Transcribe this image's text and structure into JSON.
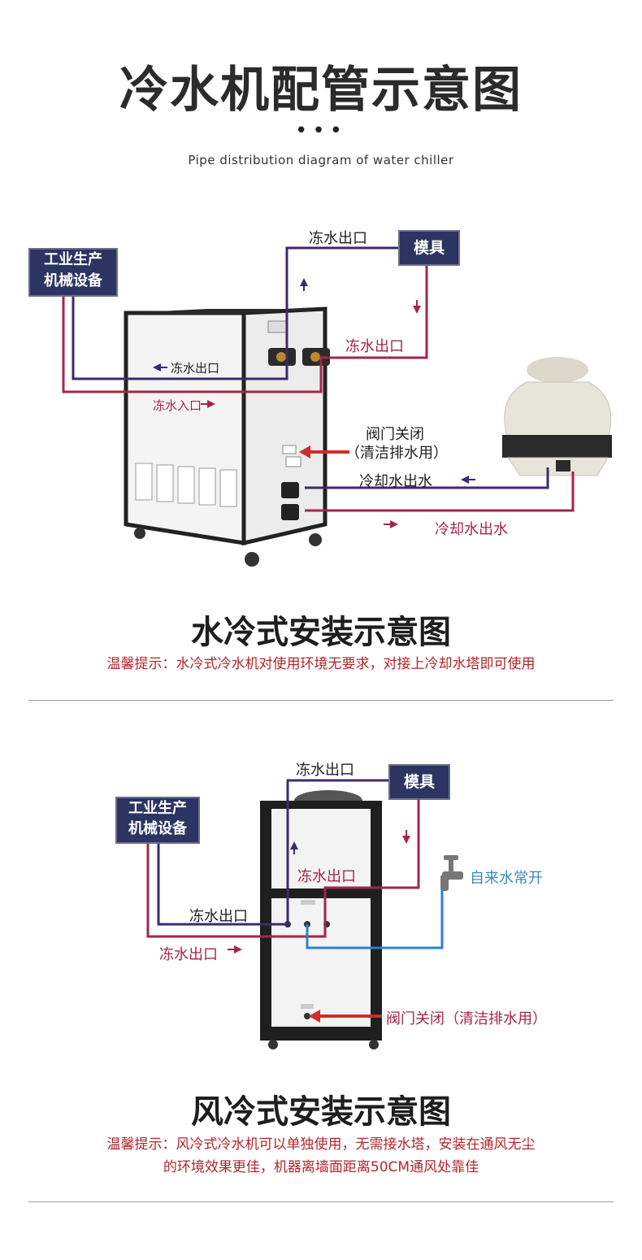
{
  "header": {
    "title": "冷水机配管示意图",
    "dots": "•••",
    "subtitle": "Pipe distribution diagram of water chiller"
  },
  "water_cooled": {
    "box_industrial": "工业生产\n机械设备",
    "box_mold": "模具",
    "label_outlet_top": "冻水出口",
    "label_outlet_right": "冻水出口",
    "label_outlet_left": "冻水出口",
    "label_inlet": "冻水入口",
    "label_valve": "阀门关闭",
    "label_valve_sub": "（清洁排水用）",
    "label_cooling_out_1": "冷却水出水",
    "label_cooling_out_2": "冷却水出水",
    "title": "水冷式安装示意图",
    "tip": "温馨提示：水冷式冷水机对使用环境无要求，对接上冷却水塔即可使用"
  },
  "air_cooled": {
    "box_industrial": "工业生产\n机械设备",
    "box_mold": "模具",
    "label_outlet_top": "冻水出口",
    "label_outlet_mid": "冻水出口",
    "label_outlet_left": "冻水出口",
    "label_outlet_bottom": "冻水出口",
    "label_tap": "自来水常开",
    "label_valve": "阀门关闭（清洁排水用）",
    "title": "风冷式安装示意图",
    "tip_line1": "温馨提示：风冷式冷水机可以单独使用，无需接水塔，安装在通风无尘",
    "tip_line2": "的环境效果更佳，机器离墙面距离50CM通风处靠佳"
  },
  "colors": {
    "purple_pipe": "#3d2a6e",
    "magenta_pipe": "#a3264a",
    "blue_pipe": "#2f7fd0",
    "red_arrow": "#d22b2b",
    "navy_box": "#2c3561",
    "tip_red": "#b0262d"
  }
}
